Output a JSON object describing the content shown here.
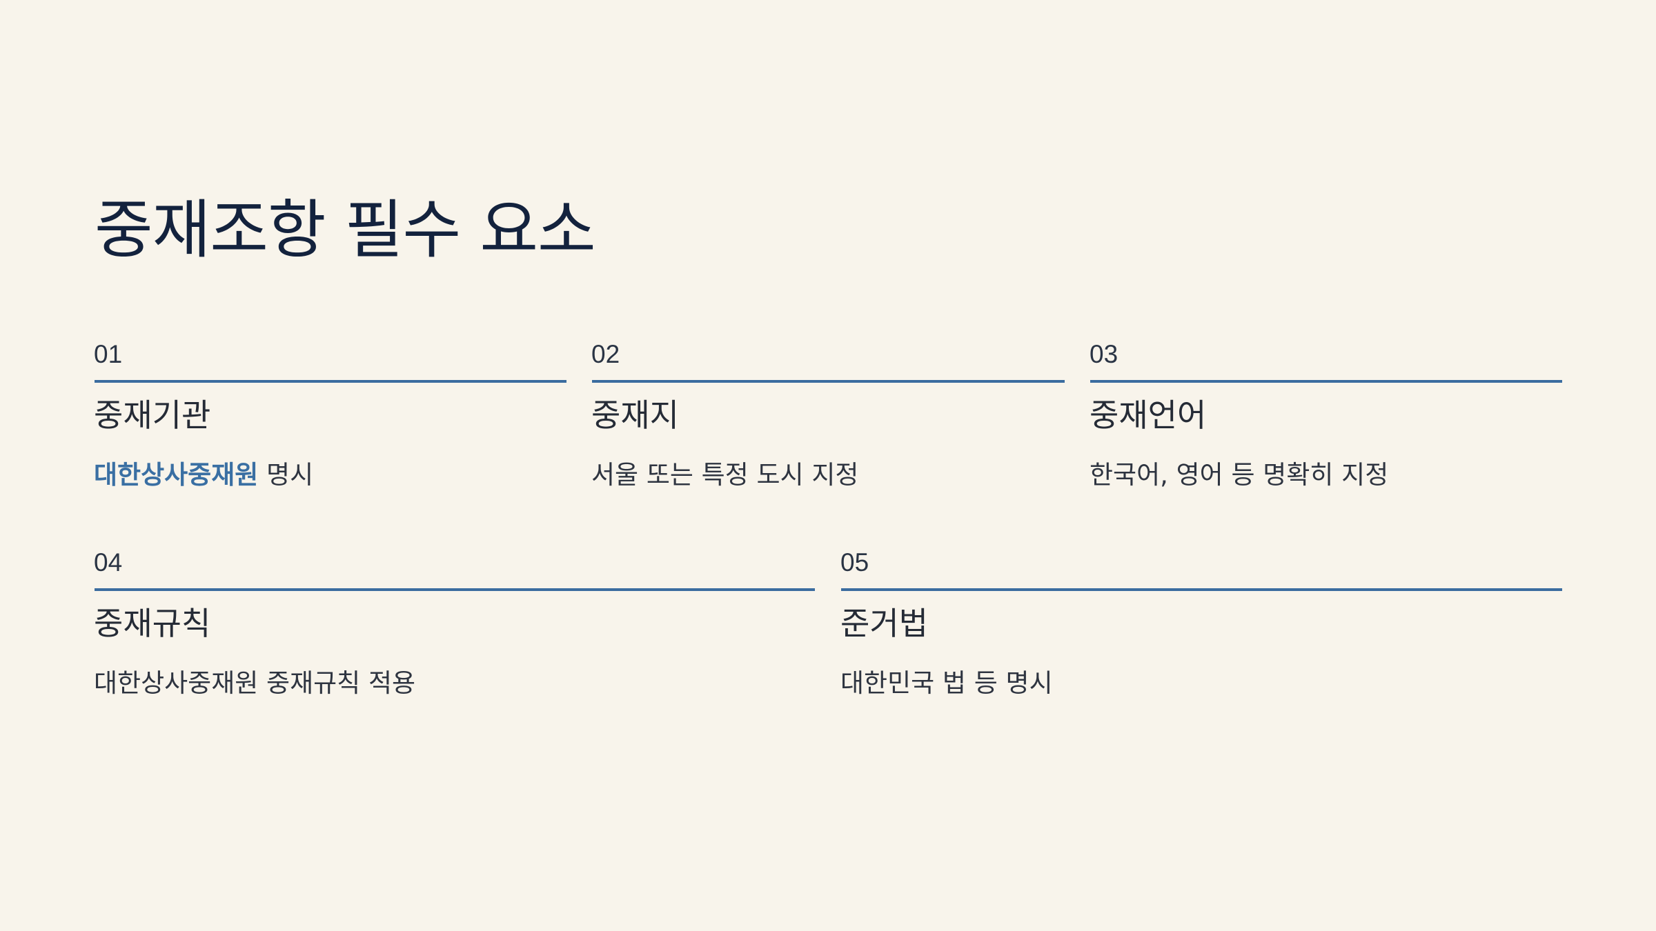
{
  "slide": {
    "title": "중재조항 필수 요소"
  },
  "items": [
    {
      "number": "01",
      "heading": "중재기관",
      "description_highlight": "대한상사중재원",
      "description": " 명시"
    },
    {
      "number": "02",
      "heading": "중재지",
      "description": "서울 또는 특정 도시 지정"
    },
    {
      "number": "03",
      "heading": "중재언어",
      "description": "한국어, 영어 등 명확히 지정"
    },
    {
      "number": "04",
      "heading": "중재규칙",
      "description": "대한상사중재원 중재규칙 적용"
    },
    {
      "number": "05",
      "heading": "준거법",
      "description": "대한민국 법 등 명시"
    }
  ],
  "colors": {
    "background": "#f8f4eb",
    "title": "#13223d",
    "accent": "#3b6c9f",
    "highlight": "#3a6fa3",
    "text": "#2e3440"
  }
}
